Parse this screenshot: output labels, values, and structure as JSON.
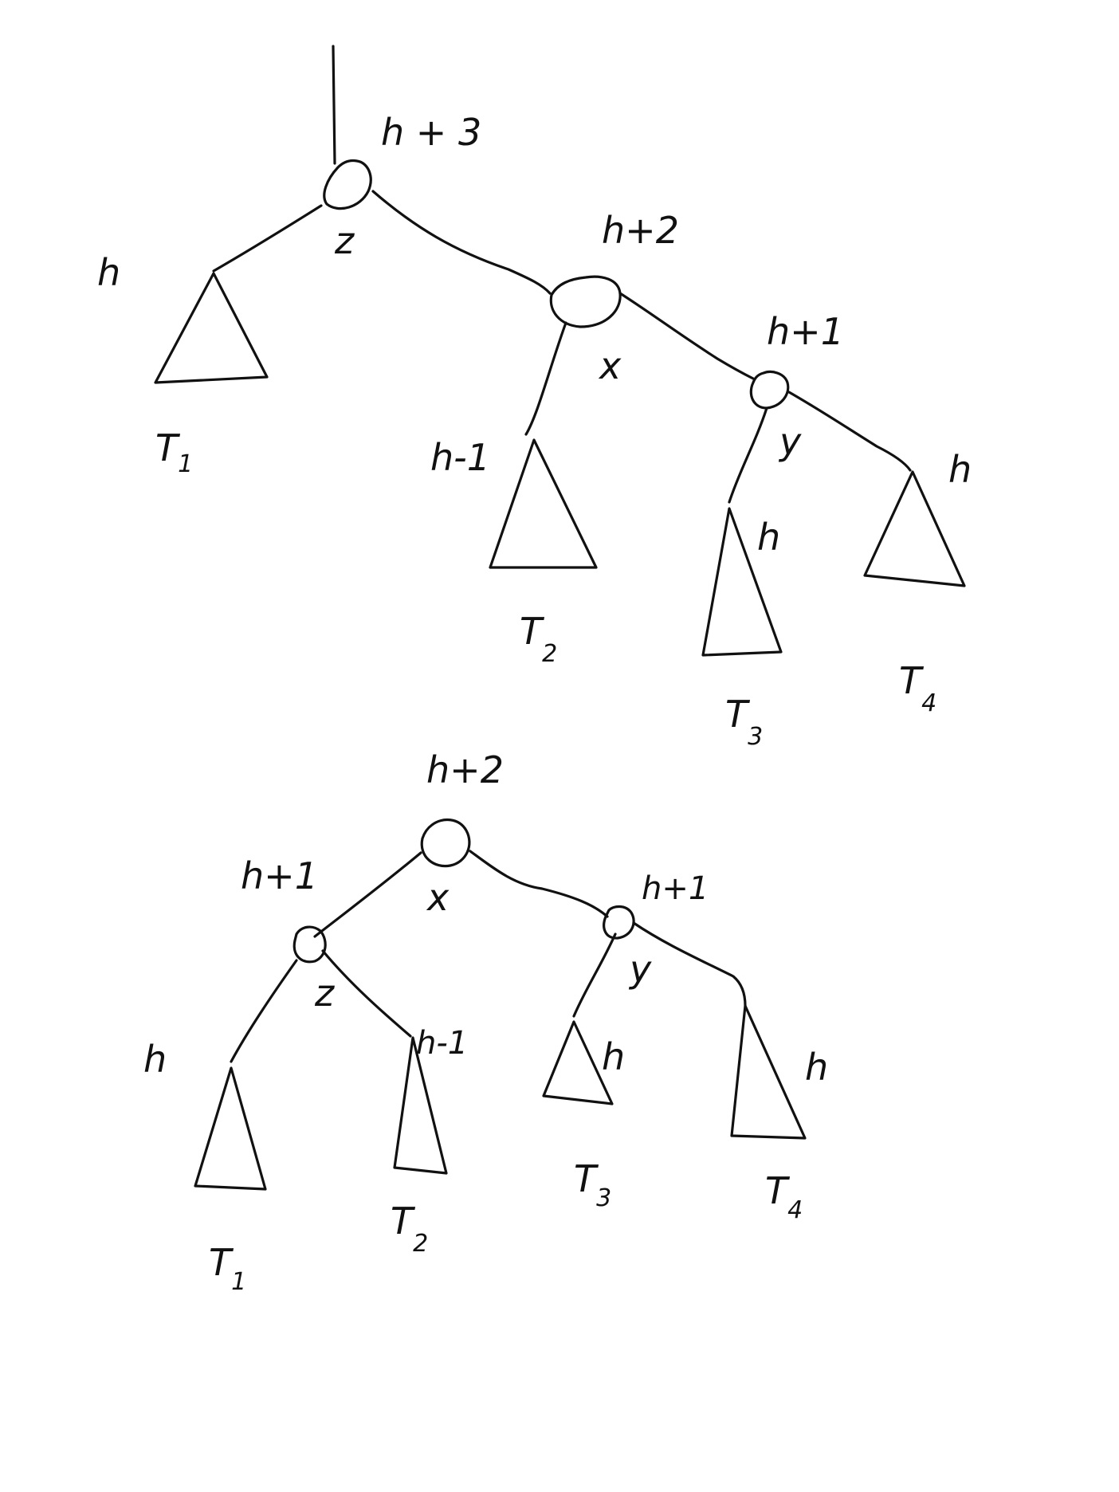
{
  "diagrams": [
    {
      "nodes": [
        {
          "name": "z",
          "height": "h + 3"
        },
        {
          "name": "x",
          "height": "h+2"
        },
        {
          "name": "y",
          "height": "h+1"
        }
      ],
      "subtrees": [
        {
          "name": "T",
          "sub": "1",
          "height": "h"
        },
        {
          "name": "T",
          "sub": "2",
          "height": "h-1"
        },
        {
          "name": "T",
          "sub": "3",
          "height": "h"
        },
        {
          "name": "T",
          "sub": "4",
          "height": "h"
        }
      ]
    },
    {
      "nodes": [
        {
          "name": "x",
          "height": "h+2"
        },
        {
          "name": "z",
          "height": "h+1"
        },
        {
          "name": "y",
          "height": "h+1"
        }
      ],
      "subtrees": [
        {
          "name": "T",
          "sub": "1",
          "height": "h"
        },
        {
          "name": "T",
          "sub": "2",
          "height": "h-1"
        },
        {
          "name": "T",
          "sub": "3",
          "height": "h"
        },
        {
          "name": "T",
          "sub": "4",
          "height": "h"
        }
      ]
    }
  ],
  "colors": {
    "ink": "#111111",
    "background": "#ffffff"
  }
}
